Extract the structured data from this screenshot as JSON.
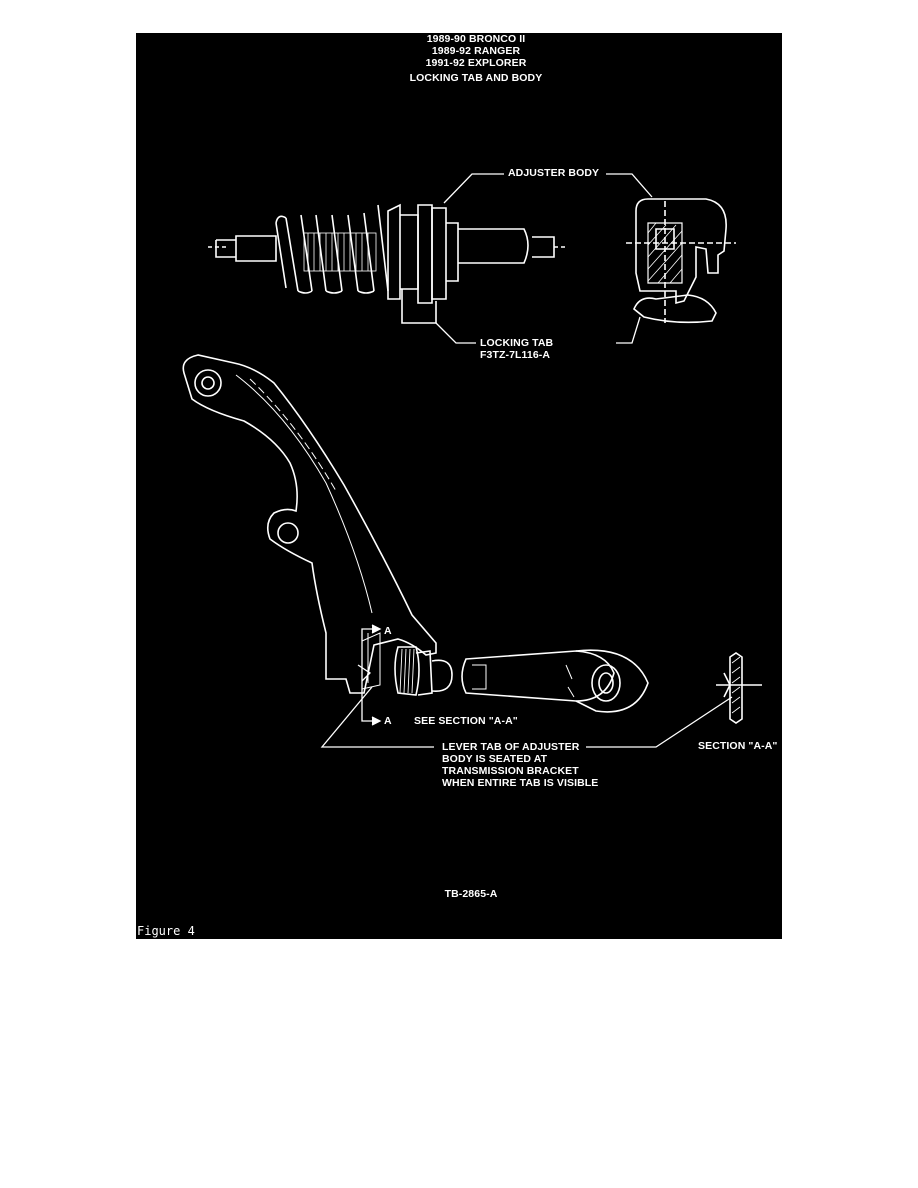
{
  "header": {
    "lines": [
      "1989-90 BRONCO II",
      "1989-92 RANGER",
      "1991-92 EXPLORER"
    ],
    "subtitle": "LOCKING TAB AND BODY"
  },
  "callouts": {
    "adjuster_body": "ADJUSTER BODY",
    "locking_tab": "LOCKING TAB",
    "locking_tab_part": "F3TZ-7L116-A",
    "section_marker_top": "A",
    "section_marker_bottom": "A",
    "see_section": "SEE SECTION \"A-A\"",
    "lever_tab_lines": [
      "LEVER TAB OF ADJUSTER",
      "BODY IS SEATED AT",
      "TRANSMISSION BRACKET",
      "WHEN ENTIRE TAB IS VISIBLE"
    ],
    "section_aa": "SECTION \"A-A\""
  },
  "diagram_id": "TB-2865-A",
  "caption": "Figure 4",
  "colors": {
    "background": "#000000",
    "linework": "#ffffff",
    "page": "#ffffff"
  }
}
